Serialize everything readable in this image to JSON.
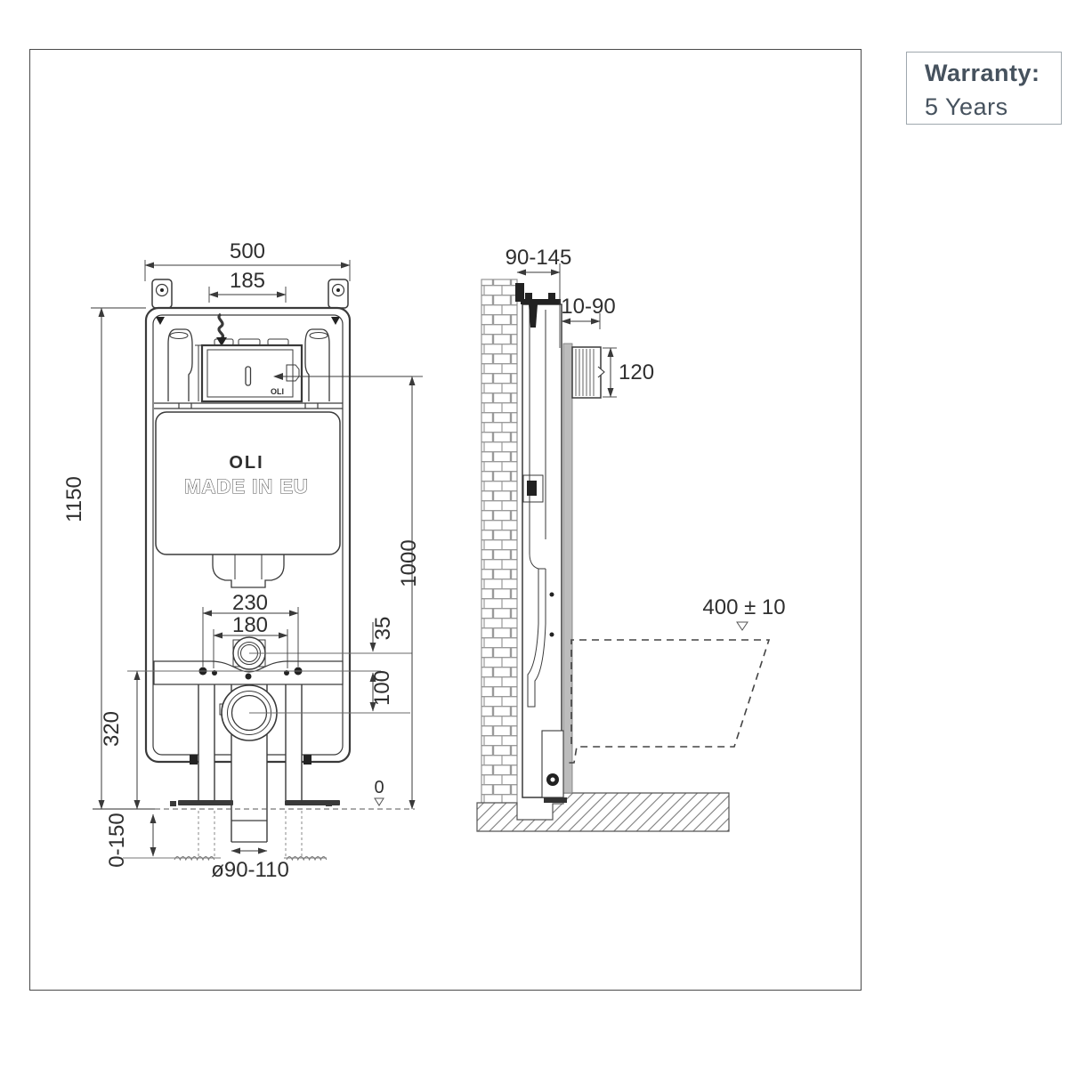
{
  "warranty": {
    "label": "Warranty:",
    "value": "5 Years"
  },
  "front_view": {
    "brand": "OLI",
    "made_in": "MADE IN EU",
    "panel_brand": "OLI",
    "dims": {
      "total_width": "500",
      "plate_width": "185",
      "total_height": "1150",
      "flush_plate_height": "1000",
      "fixing_outer": "230",
      "fixing_inner": "180",
      "flush_offset": "35",
      "outlet_offset": "100",
      "outlet_height": "320",
      "leg_adjust": "0-150",
      "outlet_diameter": "ø90-110",
      "floor_level": "0"
    }
  },
  "side_view": {
    "dims": {
      "frame_depth": "90-145",
      "finish_depth": "10-90",
      "plate_box_height": "120",
      "pan_top_height": "400 ± 10"
    }
  }
}
